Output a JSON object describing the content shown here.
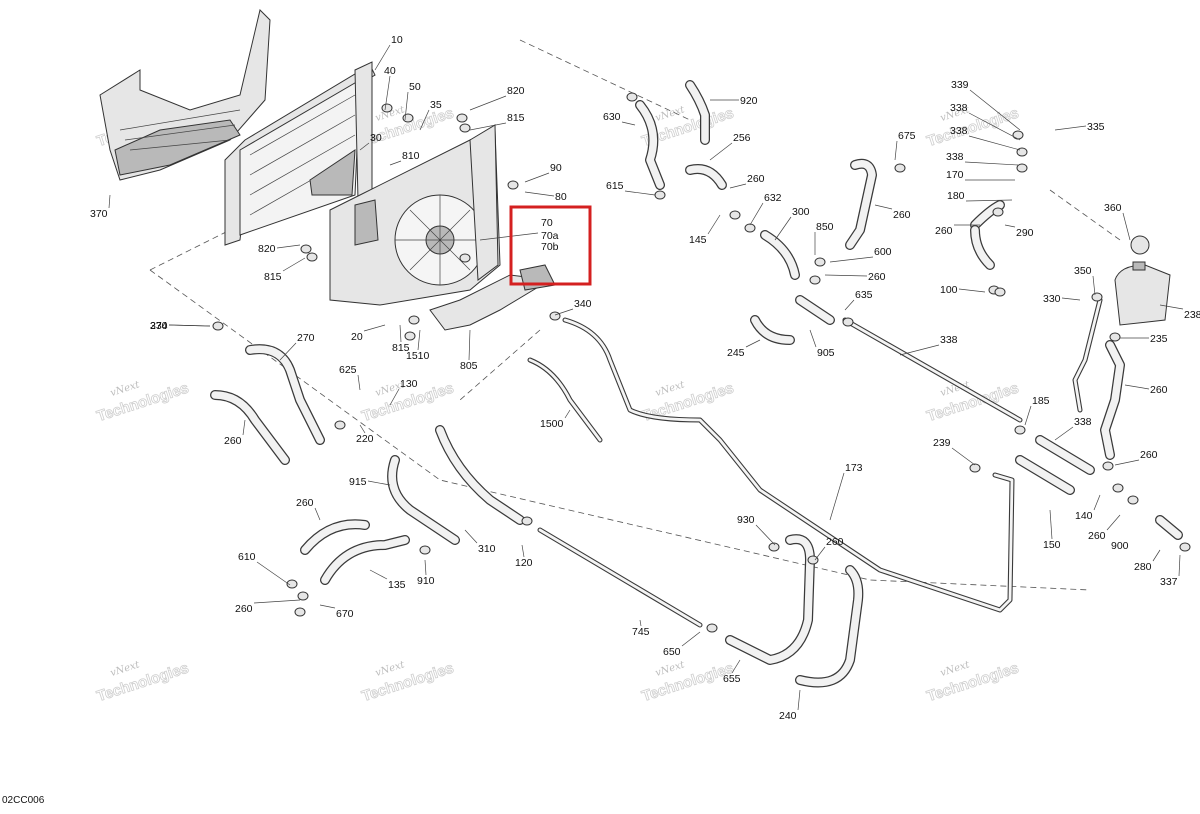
{
  "callouts": [
    "10",
    "40",
    "50",
    "35",
    "820",
    "815",
    "30",
    "810",
    "370",
    "90",
    "80",
    "70",
    "70a",
    "70b",
    "820",
    "815",
    "270",
    "630",
    "920",
    "256",
    "260",
    "615",
    "145",
    "632",
    "300",
    "675",
    "260",
    "850",
    "600",
    "260",
    "635",
    "905",
    "245",
    "338",
    "339",
    "338",
    "338",
    "335",
    "338",
    "170",
    "180",
    "260",
    "290",
    "100",
    "360",
    "350",
    "330",
    "238",
    "235",
    "260",
    "185",
    "338",
    "239",
    "260",
    "140",
    "260",
    "900",
    "150",
    "280",
    "337",
    "173",
    "260",
    "930",
    "240",
    "655",
    "650",
    "745",
    "120",
    "310",
    "910",
    "915",
    "260",
    "610",
    "260",
    "670",
    "135",
    "260",
    "220",
    "625",
    "130",
    "270",
    "334",
    "340",
    "1500",
    "1510",
    "805",
    "815",
    "20"
  ],
  "highlight": {
    "color": "#d42020",
    "labels": [
      "70",
      "70a",
      "70b"
    ]
  },
  "watermark": {
    "line1": "vNext",
    "line2": "Technologies"
  },
  "drawing_code": "02CC006"
}
